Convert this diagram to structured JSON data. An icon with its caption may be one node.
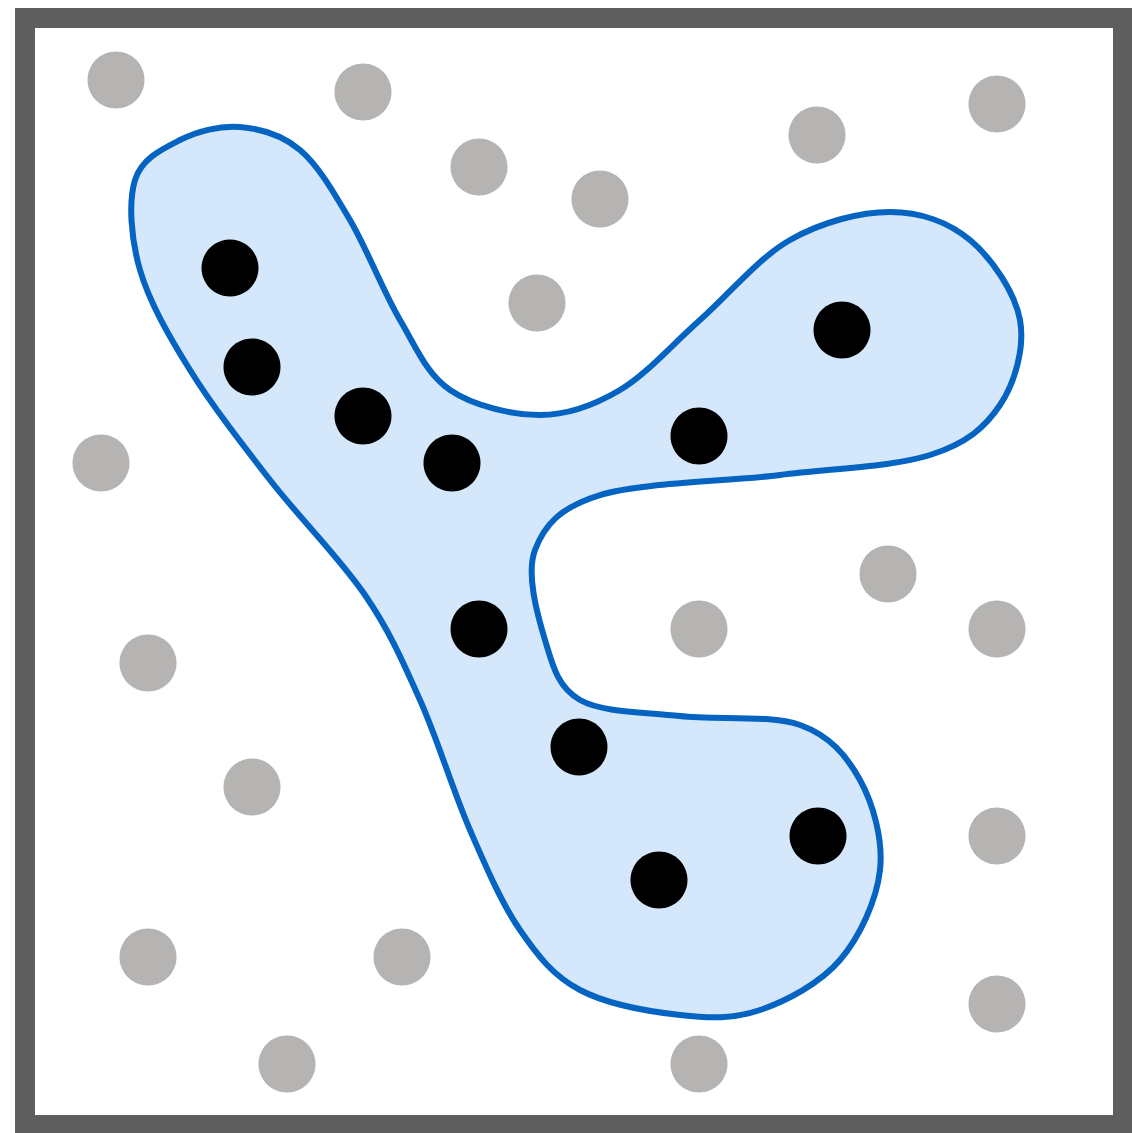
{
  "diagram": {
    "nodes": [
      {
        "text": [],
        "shape": "blob"
      },
      {
        "text": [],
        "shape": "circle"
      },
      {
        "text": [],
        "shape": "circle"
      },
      {
        "text": [],
        "shape": "circle"
      },
      {
        "text": [],
        "shape": "circle"
      },
      {
        "text": [],
        "shape": "circle"
      },
      {
        "text": [],
        "shape": "circle"
      },
      {
        "text": [],
        "shape": "circle",
        "in": 0
      },
      {
        "text": [],
        "shape": "circle"
      },
      {
        "text": [],
        "shape": "circle",
        "in": 0
      },
      {
        "text": [],
        "shape": "circle",
        "in": 0
      },
      {
        "text": [],
        "shape": "circle",
        "in": 0
      },
      {
        "text": [],
        "shape": "circle",
        "in": 0
      },
      {
        "text": [],
        "shape": "circle"
      },
      {
        "text": [],
        "shape": "circle",
        "in": 0
      },
      {
        "text": [],
        "shape": "circle"
      },
      {
        "text": [],
        "shape": "circle",
        "in": 0
      },
      {
        "text": [],
        "shape": "circle"
      },
      {
        "text": [],
        "shape": "circle"
      },
      {
        "text": [],
        "shape": "circle"
      },
      {
        "text": [],
        "shape": "circle",
        "in": 0
      },
      {
        "text": [],
        "shape": "circle"
      },
      {
        "text": [],
        "shape": "circle",
        "in": 0
      },
      {
        "text": [],
        "shape": "circle"
      },
      {
        "text": [],
        "shape": "circle",
        "in": 0
      },
      {
        "text": [],
        "shape": "circle"
      },
      {
        "text": [],
        "shape": "circle"
      },
      {
        "text": [],
        "shape": "circle"
      },
      {
        "text": [],
        "shape": "circle"
      },
      {
        "text": [],
        "shape": "circle"
      }
    ]
  }
}
